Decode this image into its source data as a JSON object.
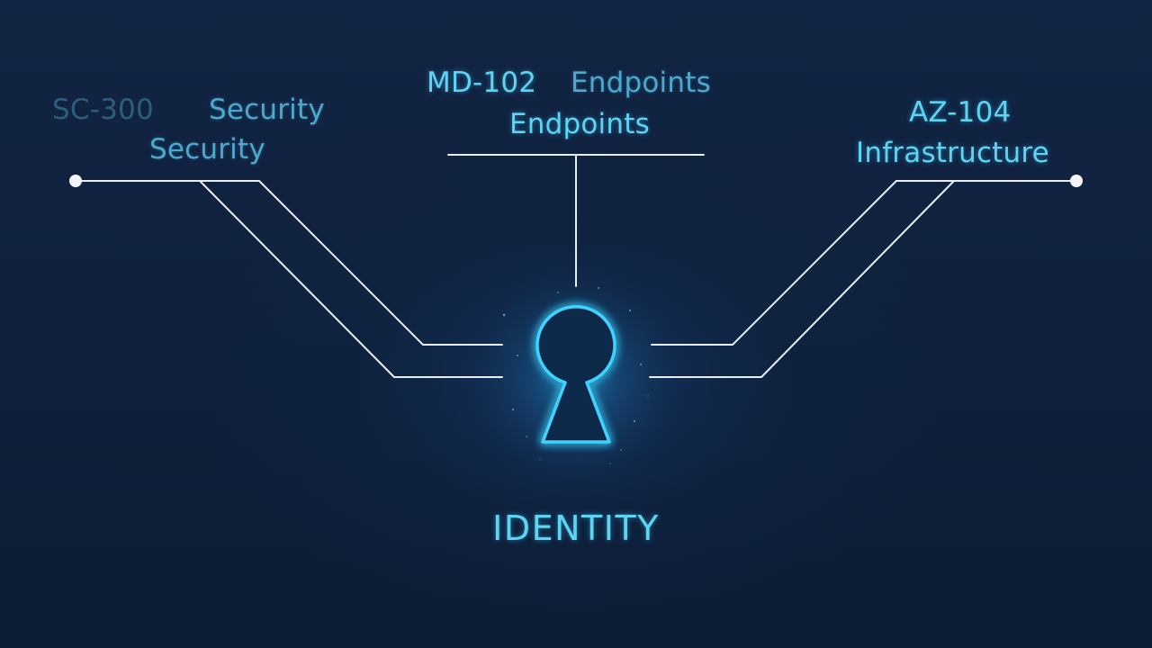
{
  "left_node": {
    "code": "SC-300",
    "title": "Security",
    "echo": "Security"
  },
  "center_node": {
    "code": "MD-102",
    "echo": "Endpoints",
    "title": "Endpoints"
  },
  "right_node": {
    "code": "AZ-104",
    "title": "Infrastructure"
  },
  "core": {
    "label": "IDENTITY",
    "icon": "keyhole-icon"
  },
  "colors": {
    "background": "#0f1f38",
    "line": "#e8eef5",
    "accent": "#38c8f0",
    "text": "#5ed4f2"
  }
}
